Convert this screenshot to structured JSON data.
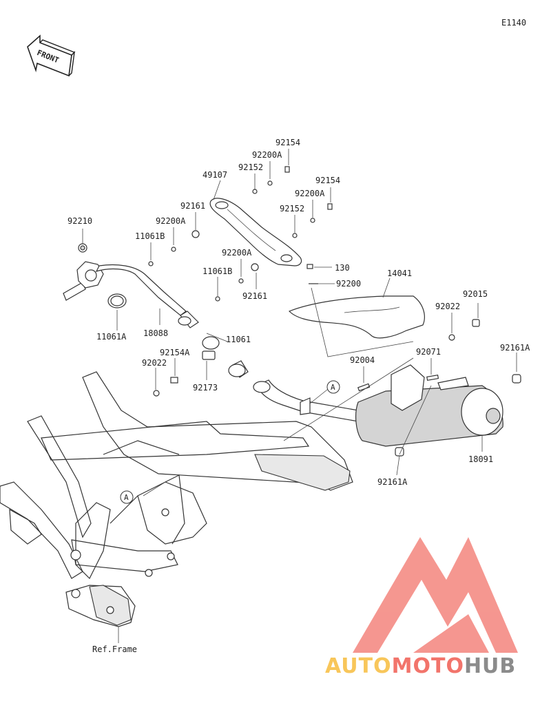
{
  "diagram_code": "E1140",
  "front_label": "FRONT",
  "ref_label": "Ref.Frame",
  "callout_letter": "A",
  "part_labels": [
    {
      "id": "p92154_a",
      "text": "92154"
    },
    {
      "id": "p92200A_a",
      "text": "92200A"
    },
    {
      "id": "p92152_a",
      "text": "92152"
    },
    {
      "id": "p49107",
      "text": "49107"
    },
    {
      "id": "p92154_b",
      "text": "92154"
    },
    {
      "id": "p92200A_b",
      "text": "92200A"
    },
    {
      "id": "p92161_a",
      "text": "92161"
    },
    {
      "id": "p92152_b",
      "text": "92152"
    },
    {
      "id": "p92210",
      "text": "92210"
    },
    {
      "id": "p92200A_c",
      "text": "92200A"
    },
    {
      "id": "p11061B_a",
      "text": "11061B"
    },
    {
      "id": "p92200A_d",
      "text": "92200A"
    },
    {
      "id": "p130",
      "text": "130"
    },
    {
      "id": "p11061B_b",
      "text": "11061B"
    },
    {
      "id": "p92200",
      "text": "92200"
    },
    {
      "id": "p14041",
      "text": "14041"
    },
    {
      "id": "p92161_b",
      "text": "92161"
    },
    {
      "id": "p92015",
      "text": "92015"
    },
    {
      "id": "p92022_a",
      "text": "92022"
    },
    {
      "id": "p11061A",
      "text": "11061A"
    },
    {
      "id": "p18088",
      "text": "18088"
    },
    {
      "id": "p11061",
      "text": "11061"
    },
    {
      "id": "p92154A",
      "text": "92154A"
    },
    {
      "id": "p92022_b",
      "text": "92022"
    },
    {
      "id": "p92004",
      "text": "92004"
    },
    {
      "id": "p92071",
      "text": "92071"
    },
    {
      "id": "p92161A_a",
      "text": "92161A"
    },
    {
      "id": "p92173",
      "text": "92173"
    },
    {
      "id": "p18091",
      "text": "18091"
    },
    {
      "id": "p92161A_b",
      "text": "92161A"
    }
  ],
  "watermark": {
    "word_parts": [
      "AUTO",
      "MOTO",
      "HUB"
    ],
    "colors": {
      "auto": "#f8c65a",
      "moto": "#f2746b",
      "hub": "#8b8b8b",
      "logo": "#f2746b"
    }
  }
}
